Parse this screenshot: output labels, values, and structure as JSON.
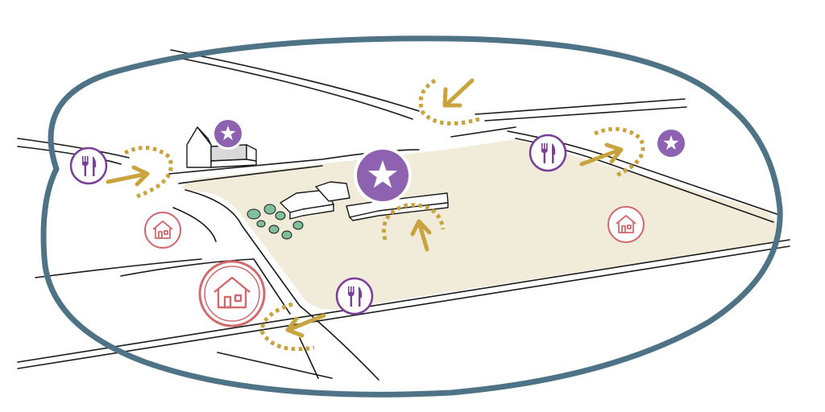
{
  "colors": {
    "boundary": "#4e7386",
    "field": "#f1ebda",
    "accent_arrow": "#c9a33e",
    "poi_star": "#8e62b0",
    "poi_restaurant": "#7c3f98",
    "house": "#d06a6e",
    "tree": "#7fbf9b"
  },
  "icons": {
    "star": "star-icon",
    "restaurant": "fork-knife-icon",
    "house": "house-icon",
    "entrance": "arrow-icon"
  },
  "markers": {
    "stars": [
      "main-star",
      "village-star",
      "east-star"
    ],
    "restaurants": [
      "restaurant-west",
      "restaurant-east",
      "restaurant-south"
    ],
    "houses": [
      "house-west-small",
      "house-east-small",
      "house-south-large"
    ],
    "entrances": [
      "entrance-north",
      "entrance-west",
      "entrance-east",
      "entrance-south",
      "entrance-center"
    ]
  }
}
